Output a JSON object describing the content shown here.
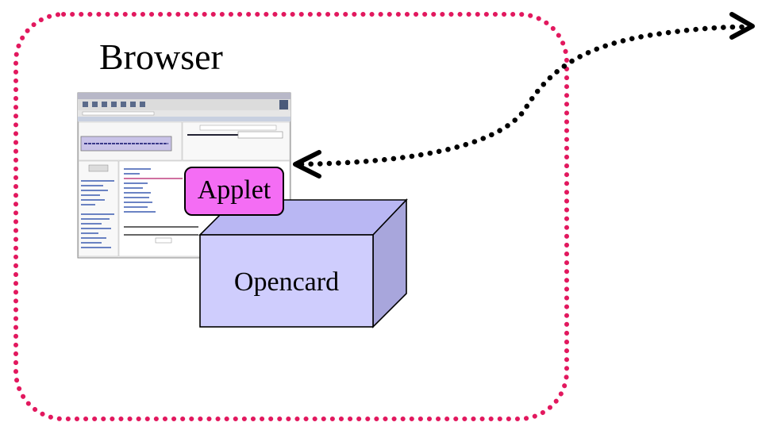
{
  "diagram": {
    "browser_label": "Browser",
    "applet_label": "Applet",
    "opencard_label": "Opencard"
  },
  "colors": {
    "browser_border": "#e2185e",
    "link_dots": "#000000",
    "applet_fill": "#f46df4",
    "card_front": "#cfcdfd",
    "card_top": "#b9b7f3",
    "card_side": "#a8a6dc",
    "screenshot_bg": "#efefef",
    "screenshot_panel": "#c9c3e8"
  },
  "icons": {
    "browser_screenshot": "browser-window-thumbnail-icon",
    "arrow_left": "arrowhead-left-icon",
    "arrow_right": "arrowhead-right-icon"
  }
}
